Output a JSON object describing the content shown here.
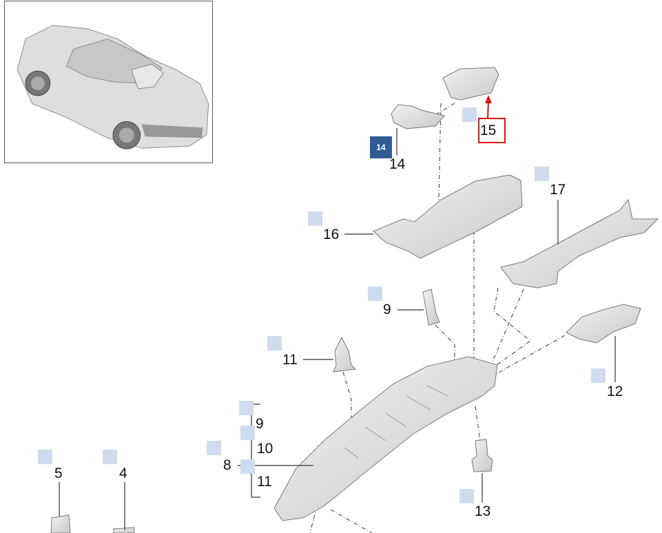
{
  "diagram": {
    "active_part": {
      "number": "14",
      "badge": "14"
    },
    "highlighted_part": "15",
    "callouts": [
      {
        "id": "c15",
        "label": "15"
      },
      {
        "id": "c14",
        "label": "14"
      },
      {
        "id": "c17",
        "label": "17"
      },
      {
        "id": "c16",
        "label": "16"
      },
      {
        "id": "c9a",
        "label": "9"
      },
      {
        "id": "c11a",
        "label": "11"
      },
      {
        "id": "c12",
        "label": "12"
      },
      {
        "id": "c9b",
        "label": "9"
      },
      {
        "id": "c10",
        "label": "10"
      },
      {
        "id": "c8",
        "label": "8"
      },
      {
        "id": "c11b",
        "label": "11"
      },
      {
        "id": "c5",
        "label": "5"
      },
      {
        "id": "c4",
        "label": "4"
      },
      {
        "id": "c13",
        "label": "13"
      }
    ],
    "colors": {
      "marker": "#cfdcef",
      "marker_active": "#2f5b93",
      "highlight": "#e01010",
      "part_fill": "#e2e2e2",
      "part_stroke": "#7a7a7a"
    }
  }
}
